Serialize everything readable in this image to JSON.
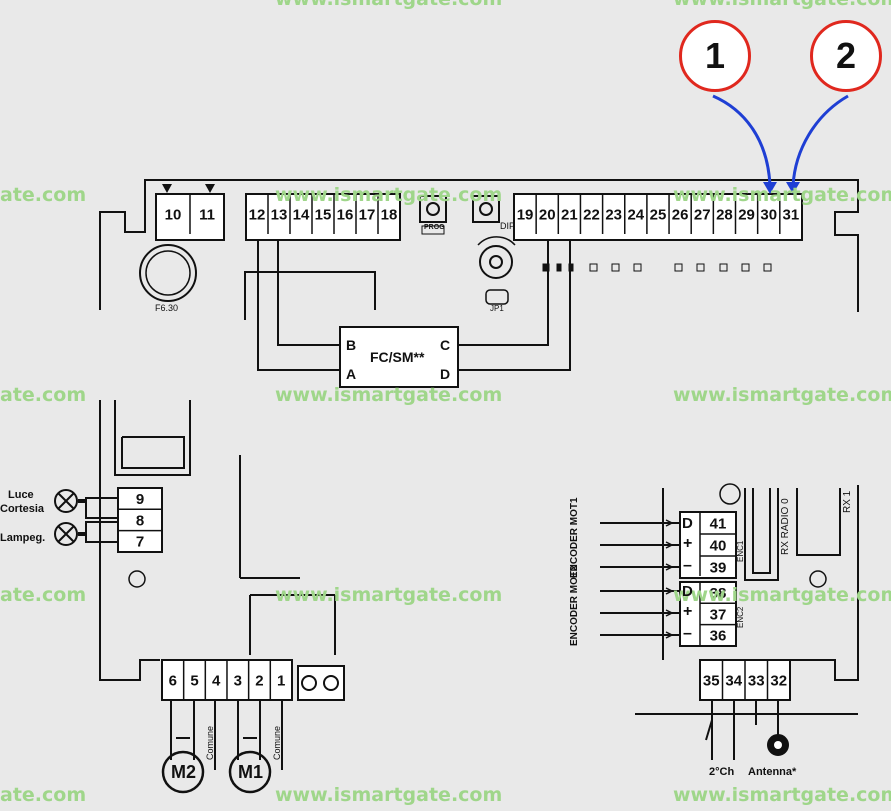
{
  "watermark": "www.ismartgate.com",
  "watermark_partial": "ate.com",
  "callouts": [
    "1",
    "2"
  ],
  "terminals": {
    "top_left": [
      "10",
      "11"
    ],
    "top_mid": [
      "12",
      "13",
      "14",
      "15",
      "16",
      "17",
      "18"
    ],
    "top_right": [
      "19",
      "20",
      "21",
      "22",
      "23",
      "24",
      "25",
      "26",
      "27",
      "28",
      "29",
      "30",
      "31"
    ],
    "lamp_block": [
      "9",
      "8",
      "7"
    ],
    "motor_block": [
      "6",
      "5",
      "4",
      "3",
      "2",
      "1"
    ],
    "encoder1": [
      "41",
      "40",
      "39"
    ],
    "encoder2": [
      "38",
      "37",
      "36"
    ],
    "bottom_right": [
      "35",
      "34",
      "33",
      "32"
    ]
  },
  "labels": {
    "prog": "PROG",
    "dip": "DIP",
    "jp1": "JP1",
    "fuse": "F6.30",
    "fc_sm": "FC/SM**",
    "pin_a": "A",
    "pin_b": "B",
    "pin_c": "C",
    "pin_d": "D",
    "luce": "Luce",
    "cortesia": "Cortesia",
    "lampeg": "Lampeg.",
    "m1": "M1",
    "m2": "M2",
    "comune": "Comune",
    "encoder_mot1": "ENCODER MOT1",
    "encoder_mot2": "ENCODER MOT2",
    "enc1": "ENC1",
    "enc2": "ENC2",
    "rx_radio": "RX RADIO 0",
    "rx": "RX 1",
    "ch2": "2°Ch",
    "antenna": "Antenna*",
    "enc_d": "D",
    "enc_plus": "+",
    "enc_minus": "–"
  },
  "colors": {
    "callout_border": "#e0281e",
    "arrow": "#1f3fd4",
    "watermark": "#9fd68a"
  }
}
